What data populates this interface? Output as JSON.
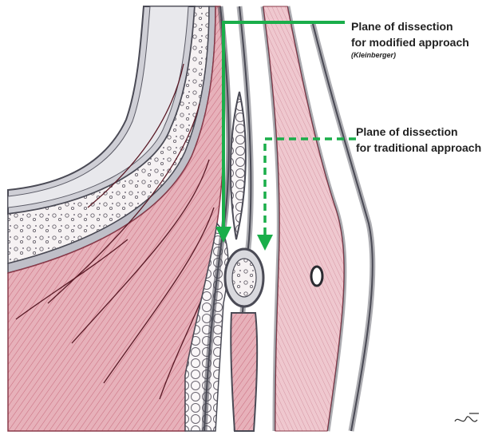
{
  "labels": {
    "modified": {
      "line1": "Plane of dissection",
      "line2": "for modified approach",
      "reference": "(Kleinberger)"
    },
    "traditional": {
      "line1": "Plane of dissection",
      "line2": "for traditional approach"
    }
  },
  "colors": {
    "arrow": "#1aae4a",
    "muscle": "#e3a3ae",
    "muscle_line": "#b0384f",
    "bone_outline": "#4a4a55",
    "fat_fill": "#f7f3f4"
  },
  "icons": {
    "modified_arrow": "solid-arrow-down",
    "traditional_arrow": "dashed-arrow-down"
  }
}
